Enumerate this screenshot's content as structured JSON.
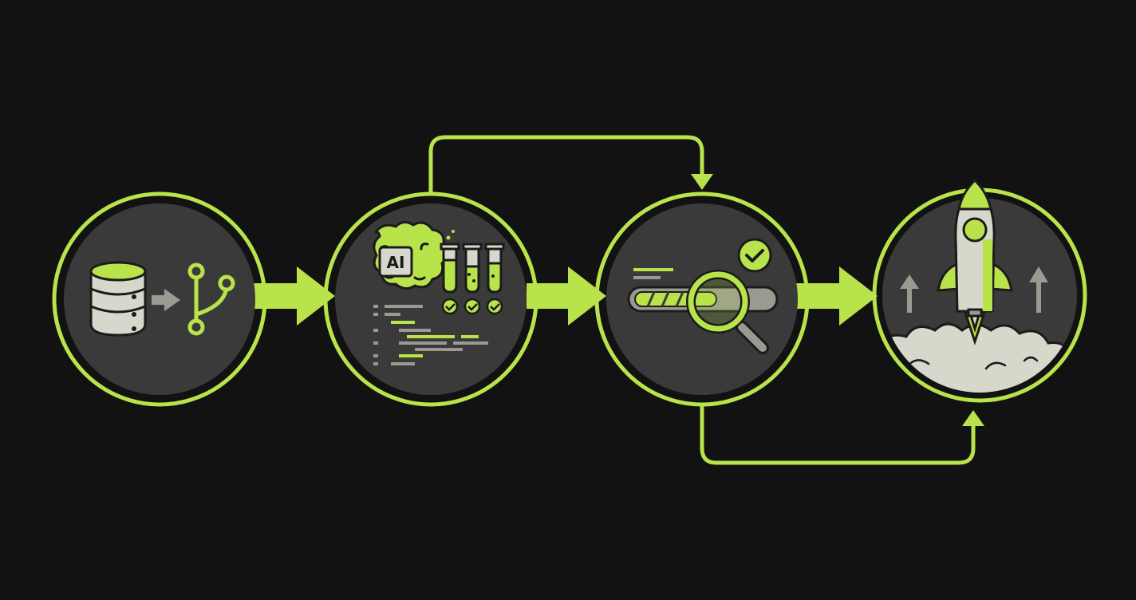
{
  "colors": {
    "background": "#121212",
    "accent": "#b9e34a",
    "circle_fill": "#3a3a3a",
    "icon_light": "#d6d8cc",
    "icon_gray": "#9a9a92",
    "dark_stroke": "#1b1b1b"
  },
  "stages": [
    {
      "name": "data-versioning",
      "icons": [
        "database-icon",
        "arrow-right-icon",
        "git-branch-icon"
      ]
    },
    {
      "name": "model-training",
      "icons": [
        "brain-icon",
        "test-tubes-icon",
        "code-lines-icon"
      ],
      "badge": "AI"
    },
    {
      "name": "validation",
      "icons": [
        "progress-bar-icon",
        "magnifier-icon",
        "check-badge-icon"
      ],
      "progress": 0.6
    },
    {
      "name": "deployment",
      "icons": [
        "rocket-icon",
        "up-arrow-icon",
        "clouds-icon"
      ]
    }
  ],
  "connectors": [
    {
      "from": "data-versioning",
      "to": "model-training",
      "type": "arrow"
    },
    {
      "from": "model-training",
      "to": "validation",
      "type": "arrow"
    },
    {
      "from": "validation",
      "to": "deployment",
      "type": "arrow"
    },
    {
      "from": "model-training",
      "to": "validation",
      "type": "loop-top"
    },
    {
      "from": "validation",
      "to": "deployment",
      "type": "loop-bottom"
    }
  ]
}
